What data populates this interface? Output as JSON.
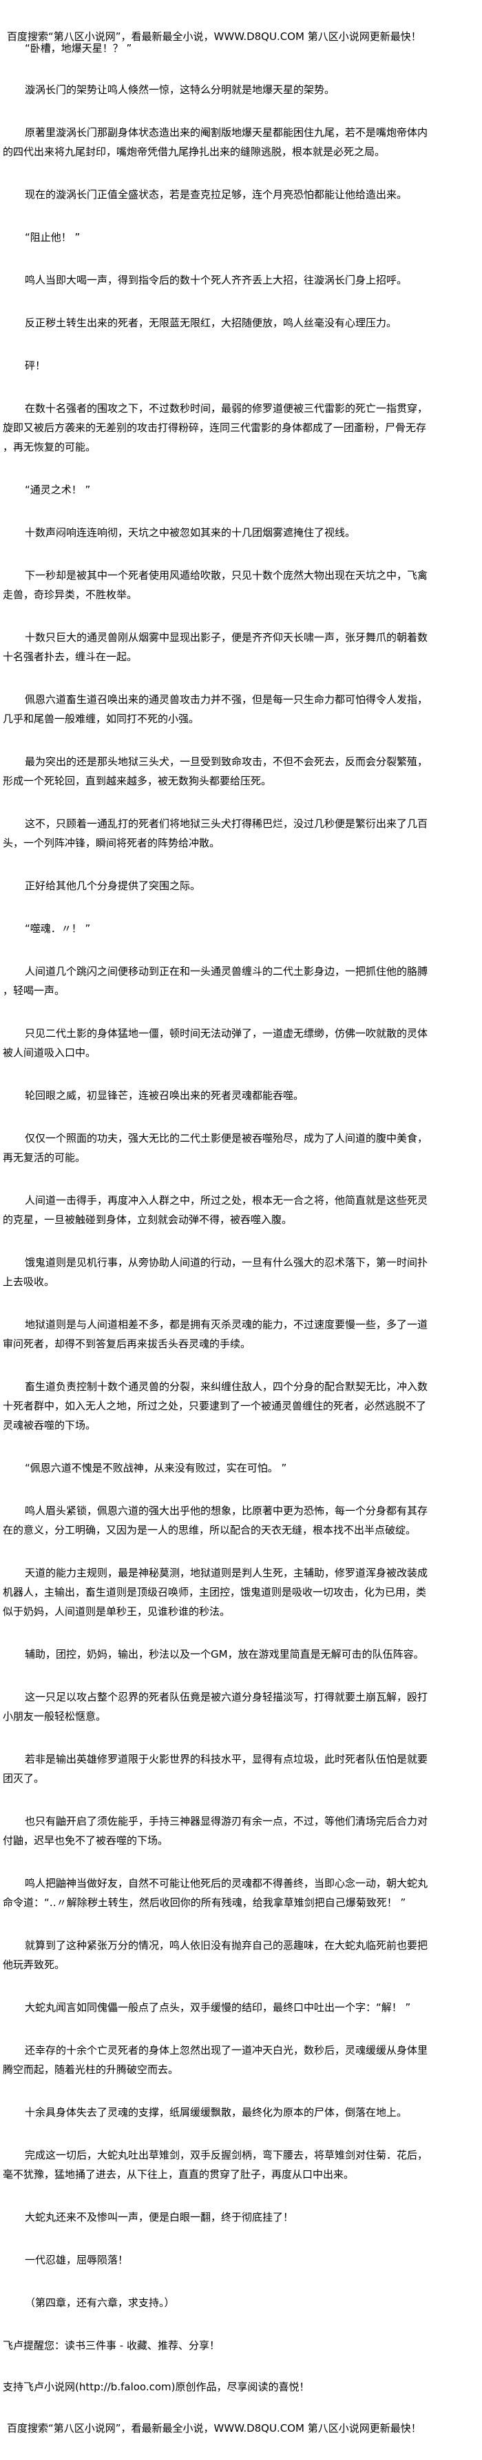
{
  "header": {
    "banner": "百度搜索“第八区小说网”，看最新最全小说，WWW.D8QU.COM   第八区小说网更新最快！"
  },
  "paragraphs": [
    {
      "lines": [
        "“卧槽，地爆天星！？ ”"
      ]
    },
    {
      "lines": [
        "漩涡长门的架势让鸣人倏然一惊，这特么分明就是地爆天星的架势。"
      ]
    },
    {
      "lines": [
        "原著里漩涡长门那副身体状态造出来的阉割版地爆天星都能困住九尾，若不是嘴炮帝体内",
        "的四代出来将九尾封印，嘴炮帝凭借九尾挣扎出来的缝隙逃脱，根本就是必死之局。"
      ]
    },
    {
      "lines": [
        "现在的漩涡长门正值全盛状态，若是查克拉足够，连个月亮恐怕都能让他给造出来。"
      ]
    },
    {
      "lines": [
        "“阻止他！ ”"
      ]
    },
    {
      "lines": [
        "鸣人当即大喝一声，得到指令后的数十个死人齐齐丢上大招，往漩涡长门身上招呼。"
      ]
    },
    {
      "lines": [
        "反正秽土转生出来的死者，无限蓝无限红，大招随便放，鸣人丝毫没有心理压力。"
      ]
    },
    {
      "lines": [
        "砰！"
      ]
    },
    {
      "lines": [
        "在数十名强者的围攻之下，不过数秒时间，最弱的修罗道便被三代雷影的死亡一指贯穿，",
        "旋即又被后方袭来的无差别的攻击打得粉碎，连同三代雷影的身体都成了一团齑粉，尸骨无存",
        "，再无恢复的可能。"
      ]
    },
    {
      "lines": [
        "“通灵之术！ ”"
      ]
    },
    {
      "lines": [
        "十数声闷响连连响彻，天坑之中被忽如其来的十几团烟雾遮掩住了视线。"
      ]
    },
    {
      "lines": [
        "下一秒却是被其中一个死者使用风遁给吹散，只见十数个庞然大物出现在天坑之中，飞禽",
        "走兽，奇珍异类，不胜枚举。"
      ]
    },
    {
      "lines": [
        "十数只巨大的通灵兽刚从烟雾中显现出影子，便是齐齐仰天长啸一声，张牙舞爪的朝着数",
        "十名强者扑去，缠斗在一起。"
      ]
    },
    {
      "lines": [
        "佩恩六道畜生道召唤出来的通灵兽攻击力并不强，但是每一只生命力都可怕得令人发指，",
        "几乎和尾兽一般难缠，如同打不死的小强。"
      ]
    },
    {
      "lines": [
        "最为突出的还是那头地狱三头犬，一旦受到致命攻击，不但不会死去，反而会分裂繁殖，",
        "形成一个死轮回，直到越来越多，被无数狗头都要给压死。"
      ]
    },
    {
      "lines": [
        "这不，只顾着一通乱打的死者们将地狱三头犬打得稀巴烂，没过几秒便是繁衍出来了几百",
        "头，一个列阵冲锋，瞬间将死者的阵势给冲散。"
      ]
    },
    {
      "lines": [
        "正好给其他几个分身提供了突围之际。"
      ]
    },
    {
      "lines": [
        "“噬魂．〃！ ”"
      ]
    },
    {
      "lines": [
        "人间道几个跳闪之间便移动到正在和一头通灵兽缠斗的二代土影身边，一把抓住他的胳膊",
        "，轻喝一声。"
      ]
    },
    {
      "lines": [
        "只见二代土影的身体猛地一僵，顿时间无法动弹了，一道虚无缥缈，仿佛一吹就散的灵体",
        "被人间道吸入口中。"
      ]
    },
    {
      "lines": [
        "轮回眼之威，初显锋芒，连被召唤出来的死者灵魂都能吞噬。"
      ]
    },
    {
      "lines": [
        "仅仅一个照面的功夫，强大无比的二代土影便是被吞噬殆尽，成为了人间道的腹中美食，",
        "再无复活的可能。"
      ]
    },
    {
      "lines": [
        "人间道一击得手，再度冲入人群之中，所过之处，根本无一合之将，他简直就是这些死灵",
        "的克星，一旦被触碰到身体，立刻就会动弹不得，被吞噬入腹。"
      ]
    },
    {
      "lines": [
        "饿鬼道则是见机行事，从旁协助人间道的行动，一旦有什么强大的忍术落下，第一时间扑",
        "上去吸收。"
      ]
    },
    {
      "lines": [
        "地狱道则是与人间道相差不多，都是拥有灭杀灵魂的能力，不过速度要慢一些，多了一道",
        "审问死者，却得不到答复后再来拔舌头吞灵魂的手续。"
      ]
    },
    {
      "lines": [
        "畜生道负责控制十数个通灵兽的分裂，来纠缠住敌人，四个分身的配合默契无比，冲入数",
        "十死者群中，如入无人之地，所过之处，只要逮到了一个被通灵兽缠住的死者，必然逃脱不了",
        "灵魂被吞噬的下场。"
      ]
    },
    {
      "lines": [
        "“佩恩六道不愧是不败战神，从来没有败过，实在可怕。 ”"
      ]
    },
    {
      "lines": [
        "鸣人眉头紧锁，佩恩六道的强大出乎他的想象，比原著中更为恐怖，每一个分身都有其存",
        "在的意义，分工明确，又因为是一人的思维，所以配合的天衣无缝，根本找不出半点破绽。"
      ]
    },
    {
      "lines": [
        "天道的能力主规则，最是神秘莫测，地狱道则是判人生死，主辅助，修罗道浑身被改装成",
        "机器人，主输出，畜生道则是顶级召唤师，主团控，饿鬼道则是吸收一切攻击，化为已用，类",
        "似于奶妈，人间道则是单秒王，见谁秒谁的秒法。"
      ]
    },
    {
      "lines": [
        "辅助，团控，奶妈，输出，秒法以及一个GM，放在游戏里简直是无解可击的队伍阵容。"
      ]
    },
    {
      "lines": [
        "这一只足以攻占整个忍界的死者队伍竟是被六道分身轻描淡写，打得就要土崩瓦解，殴打",
        "小朋友一般轻松惬意。"
      ]
    },
    {
      "lines": [
        "若非是输出英雄修罗道限于火影世界的科技水平，显得有点垃圾，此时死者队伍怕是就要",
        "团灭了。"
      ]
    },
    {
      "lines": [
        "也只有鼬开启了须佐能乎，手持三神器显得游刃有余一点，不过，等他们清场完后合力对",
        "付鼬，迟早也免不了被吞噬的下场。"
      ]
    },
    {
      "lines": [
        "鸣人把鼬神当做好友，自然不可能让他死后的灵魂都不得善终，当即心念一动，朝大蛇丸",
        "命令道：“‥〃解除秽土转生，然后收回你的所有残魂，给我拿草雉剑把自己爆菊致死！ ”"
      ]
    },
    {
      "lines": [
        "就算到了这种紧张万分的情况，鸣人依旧没有抛弃自己的恶趣味，在大蛇丸临死前也要把",
        "他玩弄致死。"
      ]
    },
    {
      "lines": [
        "大蛇丸闻言如同傀儡一般点了点头，双手缓慢的结印，最终口中吐出一个字：“解！ ”"
      ]
    },
    {
      "lines": [
        "还幸存的十余个亡灵死者的身体上忽然出现了一道冲天白光，数秒后，灵魂缓缓从身体里",
        "腾空而起，随着光柱的升腾破空而去。"
      ]
    },
    {
      "lines": [
        "十余具身体失去了灵魂的支撑，纸屑缓缓飘散，最终化为原本的尸体，倒落在地上。"
      ]
    },
    {
      "lines": [
        "完成这一切后，大蛇丸吐出草雉剑，双手反握剑柄，弯下腰去，将草雉剑对住菊．花后，",
        "毫不犹豫，猛地捅了进去，从下往上，直直的贯穿了肚子，再度从口中出来。"
      ]
    },
    {
      "lines": [
        "大蛇丸还来不及惨叫一声，便是白眼一翻，终于彻底挂了！"
      ]
    },
    {
      "lines": [
        "一代忍雄，屈辱陨落！"
      ]
    },
    {
      "lines": [
        "（第四章，还有六章，求支持。）"
      ]
    }
  ],
  "footer": {
    "reminder": "飞卢提醒您：读书三件事 - 收藏、推荐、分享！",
    "support": "支持飞卢小说网(http://b.faloo.com)原创作品，尽享阅读的喜悦！",
    "banner": "百度搜索“第八区小说网”，看最新最全小说，WWW.D8QU.COM   第八区小说网更新最快！"
  }
}
